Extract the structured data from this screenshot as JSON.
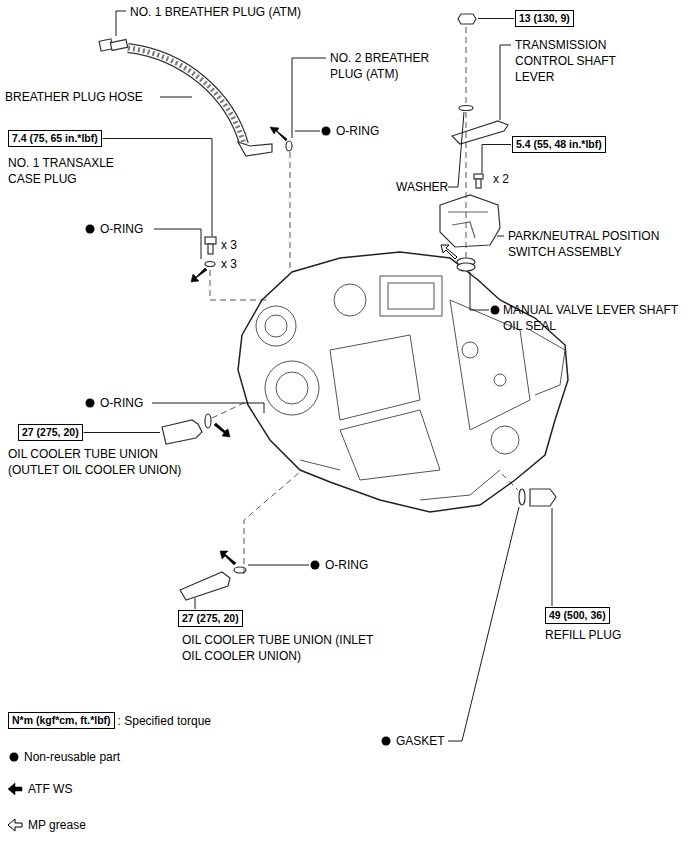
{
  "diagram": {
    "nodes": [
      {
        "text": [
          "13 (130, 9)"
        ]
      },
      {
        "text": [
          "7.4 (75, 65 in.*lbf)"
        ]
      },
      {
        "text": [
          "5.4 (55, 48 in.*lbf)"
        ]
      },
      {
        "text": [
          "27 (275, 20)"
        ]
      },
      {
        "text": [
          "49 (500, 36)"
        ]
      },
      {
        "text": [
          "27 (275, 20)"
        ]
      },
      {
        "text": [
          "N*m (kgf*cm, ft.*lbf)"
        ]
      }
    ],
    "labels": [
      "NO. 1 BREATHER PLUG (ATM)",
      "NO. 2 BREATHER PLUG (ATM)",
      "BREATHER PLUG HOSE",
      "O-RING",
      "NO. 1 TRANSAXLE CASE PLUG",
      "O-RING",
      "x 3",
      "x 3",
      "TRANSMISSION CONTROL SHAFT LEVER",
      "WASHER",
      "x 2",
      "PARK/NEUTRAL POSITION SWITCH ASSEMBLY",
      "MANUAL VALVE LEVER SHAFT OIL SEAL",
      "O-RING",
      "OIL COOLER TUBE UNION (OUTLET OIL COOLER UNION)",
      "O-RING",
      "OIL COOLER TUBE UNION (INLET OIL COOLER UNION)",
      "REFILL PLUG",
      "GASKET"
    ],
    "legend": [
      {
        "text": ": Specified torque"
      },
      {
        "text": "Non-reusable part"
      },
      {
        "text": "ATF WS"
      },
      {
        "text": "MP grease"
      }
    ]
  }
}
